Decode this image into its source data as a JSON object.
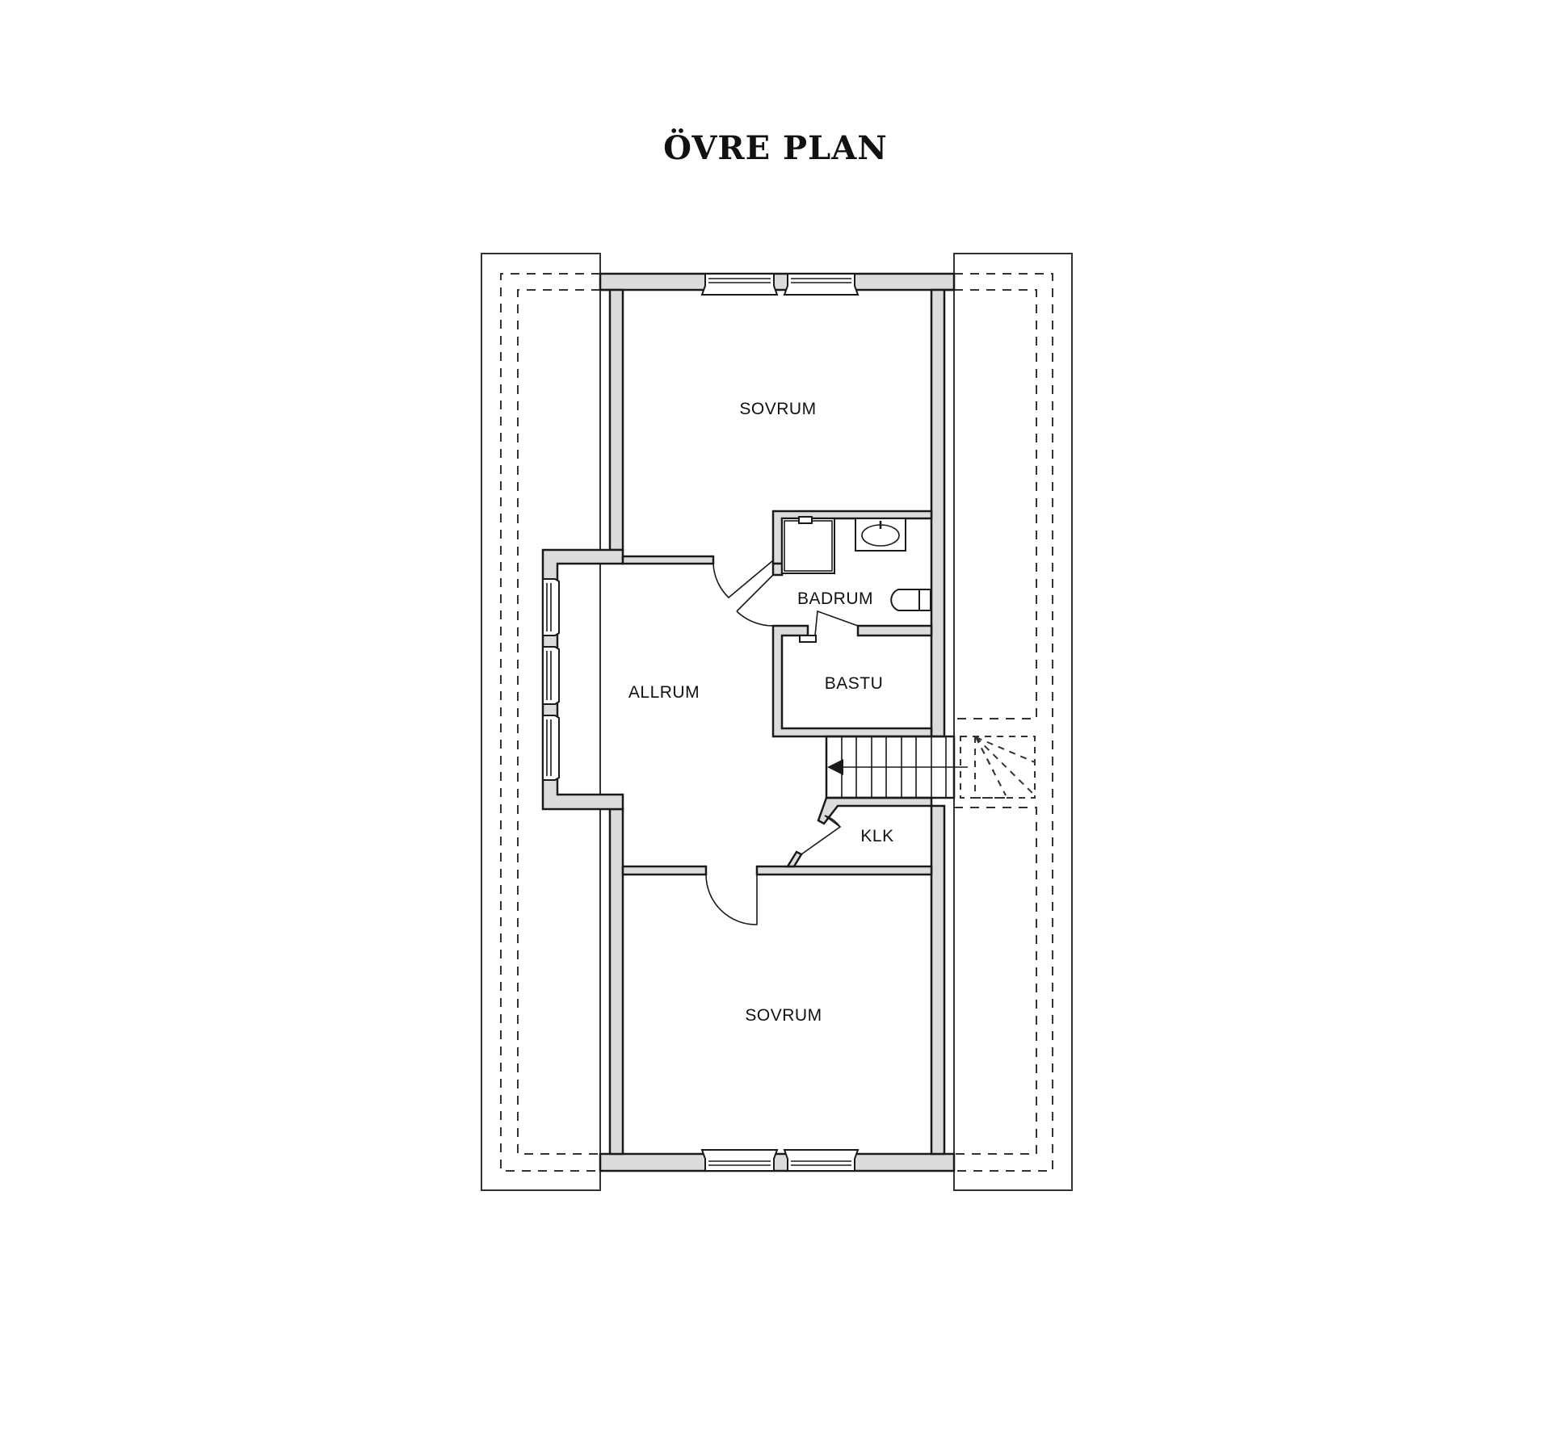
{
  "title": "ÖVRE PLAN",
  "rooms": {
    "sovrum_top": "SOVRUM",
    "badrum": "BADRUM",
    "allrum": "ALLRUM",
    "bastu": "BASTU",
    "klk": "KLK",
    "sovrum_bottom": "SOVRUM"
  },
  "colors": {
    "wall_fill": "#dcdcdc",
    "line": "#1a1a1a",
    "background": "#ffffff"
  }
}
